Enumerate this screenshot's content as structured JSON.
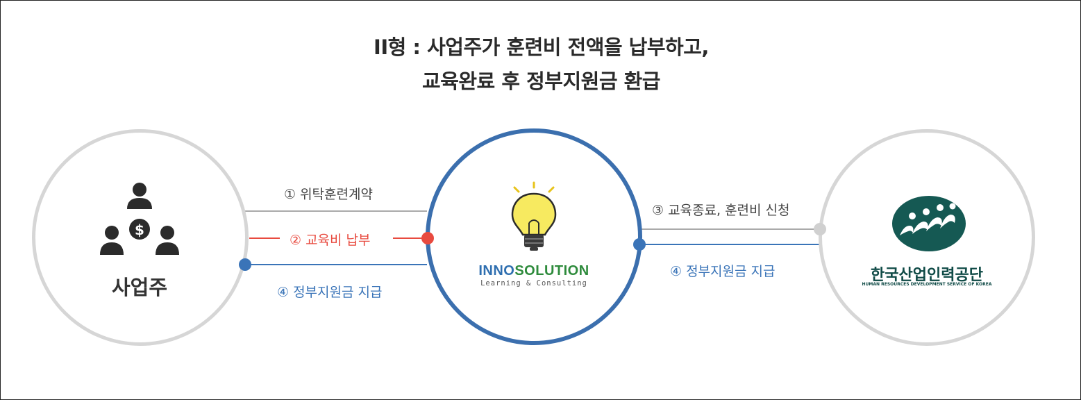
{
  "title": {
    "line1": "II형 : 사업주가 훈련비 전액을 납부하고,",
    "line2": "교육완료 후 정부지원금 환급"
  },
  "employer": {
    "name": "사업주",
    "icon": "people-money-icon"
  },
  "center": {
    "brand_prefix": "INNO",
    "brand_suffix": "SOLUTION",
    "tagline": "Learning & Consulting",
    "icon": "lightbulb-icon"
  },
  "hrd": {
    "name": "한국산업인력공단",
    "english": "HUMAN RESOURCES DEVELOPMENT SERVICE OF KOREA",
    "icon": "hrd-korea-logo"
  },
  "flows": {
    "step1": "① 위탁훈련계약",
    "step2": "② 교육비 납부",
    "step3": "③ 교육종료, 훈련비 신청",
    "step4_left": "④ 정부지원금 지급",
    "step4_right": "④ 정부지원금 지급"
  },
  "colors": {
    "gray": "#aaaaaa",
    "red": "#e84a3f",
    "blue": "#3a74b8",
    "center_ring": "#3b6fae",
    "hrd_green": "#155953",
    "brand_blue": "#2f6fb0",
    "brand_green": "#2e8b3c"
  }
}
